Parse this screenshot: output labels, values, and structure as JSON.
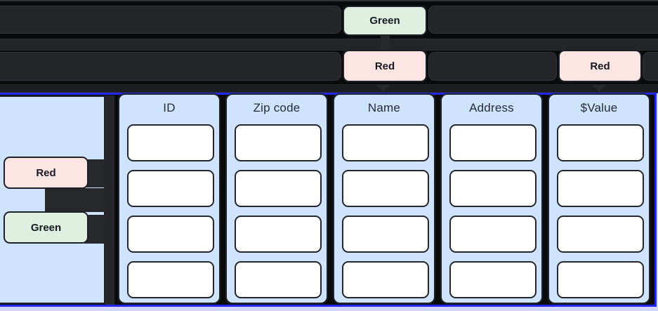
{
  "colors": {
    "background": "#0a0b0d",
    "lane_dark": "#242629",
    "green_badge_bg": "#dff0e1",
    "red_badge_bg": "#fce5e3",
    "panel_blue_bg": "#cfe3fd",
    "slot_white": "#ffffff",
    "selection_blue": "#2428ef",
    "bottom_tray_lavender": "#d2d4f8"
  },
  "flow": {
    "top_badge": {
      "label": "Green"
    },
    "mid_badges": [
      {
        "label": "Red"
      },
      {
        "label": "Red"
      }
    ]
  },
  "sidebar": {
    "badges": [
      {
        "label": "Red"
      },
      {
        "label": "Green"
      }
    ]
  },
  "table": {
    "rows_per_column": 4,
    "columns": [
      {
        "header": "ID"
      },
      {
        "header": "Zip code"
      },
      {
        "header": "Name"
      },
      {
        "header": "Address"
      },
      {
        "header": "$Value"
      }
    ]
  }
}
